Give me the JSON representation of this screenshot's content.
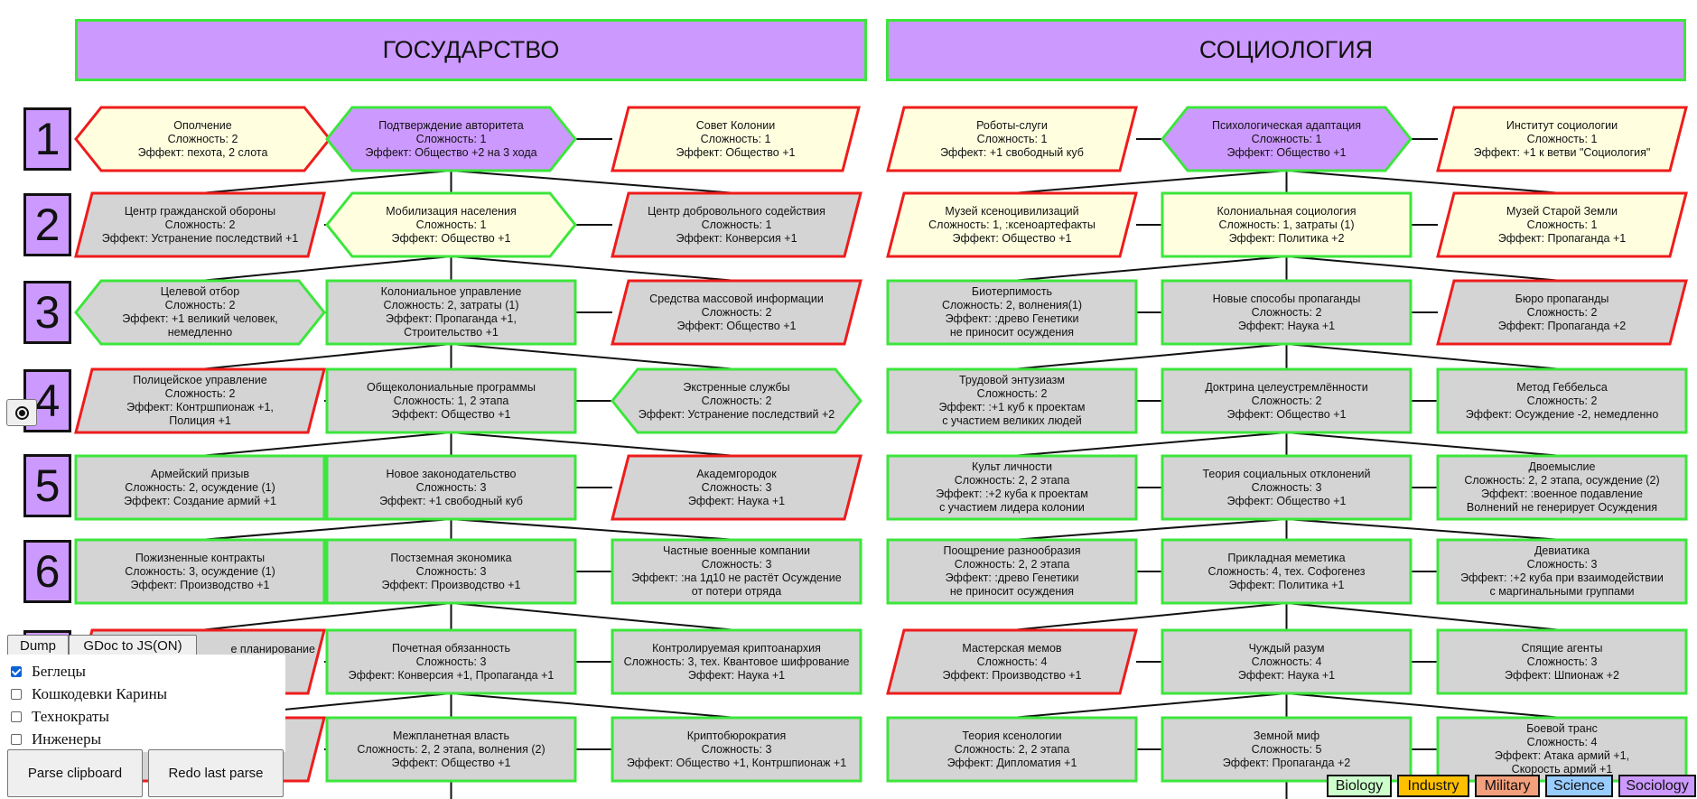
{
  "colors": {
    "header_bg": "#cc99ff",
    "tier_bg": "#cc99ff",
    "border_green": "#3ce63c",
    "border_red": "#ee1c1c",
    "fill_yellow": "#ffffe0",
    "fill_purple": "#cc99ff",
    "fill_gray": "#d4d4d4"
  },
  "branches": [
    {
      "title": "ГОСУДАРСТВО",
      "nodes": [
        {
          "shape": "hexagon",
          "fill": "yellow",
          "border": "red",
          "lines": [
            "Ополчение",
            "Сложность: 2",
            "Эффект: пехота, 2 слота"
          ]
        },
        {
          "shape": "hexagon",
          "fill": "purple",
          "border": "green",
          "lines": [
            "Подтверждение авторитета",
            "Сложность: 1",
            "Эффект: Общество +2 на 3 хода"
          ]
        },
        {
          "shape": "parallelogram",
          "fill": "yellow",
          "border": "red",
          "lines": [
            "Совет Колонии",
            "Сложность: 1",
            "Эффект: Общество +1"
          ]
        },
        {
          "shape": "parallelogram",
          "fill": "gray",
          "border": "red",
          "lines": [
            "Центр гражданской обороны",
            "Сложность: 2",
            "Эффект: Устранение последствий +1"
          ]
        },
        {
          "shape": "hexagon",
          "fill": "yellow",
          "border": "green",
          "lines": [
            "Мобилизация населения",
            "Сложность: 1",
            "Эффект: Общество +1"
          ]
        },
        {
          "shape": "parallelogram",
          "fill": "gray",
          "border": "red",
          "lines": [
            "Центр добровольного содействия",
            "Сложность: 1",
            "Эффект: Конверсия +1"
          ]
        },
        {
          "shape": "hexagon",
          "fill": "gray",
          "border": "green",
          "lines": [
            "Целевой отбор",
            "Сложность: 2",
            "Эффект: +1 великий человек,",
            "немедленно"
          ]
        },
        {
          "shape": "rect",
          "fill": "gray",
          "border": "green",
          "lines": [
            "Колониальное управление",
            "Сложность: 2, затраты (1)",
            "Эффект: Пропаганда +1,",
            "Строительство +1"
          ]
        },
        {
          "shape": "parallelogram",
          "fill": "gray",
          "border": "red",
          "lines": [
            "Средства массовой информации",
            "Сложность: 2",
            "Эффект: Общество +1"
          ]
        },
        {
          "shape": "parallelogram",
          "fill": "gray",
          "border": "red",
          "lines": [
            "Полицейское управление",
            "Сложность: 2",
            "Эффект: Контршпионаж +1,",
            "Полиция +1"
          ]
        },
        {
          "shape": "rect",
          "fill": "gray",
          "border": "green",
          "lines": [
            "Общеколониальные программы",
            "Сложность: 1, 2 этапа",
            "Эффект: Общество +1"
          ]
        },
        {
          "shape": "hexagon",
          "fill": "gray",
          "border": "green",
          "lines": [
            "Экстренные службы",
            "Сложность: 2",
            "Эффект: Устранение последствий +2"
          ]
        },
        {
          "shape": "rect",
          "fill": "gray",
          "border": "green",
          "lines": [
            "Армейский призыв",
            "Сложность: 2, осуждение (1)",
            "Эффект: Создание армий +1"
          ]
        },
        {
          "shape": "rect",
          "fill": "gray",
          "border": "green",
          "lines": [
            "Новое законодательство",
            "Сложность: 3",
            "Эффект: +1 свободный куб"
          ]
        },
        {
          "shape": "parallelogram",
          "fill": "gray",
          "border": "red",
          "lines": [
            "Академгородок",
            "Сложность: 3",
            "Эффект: Наука +1"
          ]
        },
        {
          "shape": "rect",
          "fill": "gray",
          "border": "green",
          "lines": [
            "Пожизненные контракты",
            "Сложность: 3, осуждение (1)",
            "Эффект: Производство +1"
          ]
        },
        {
          "shape": "rect",
          "fill": "gray",
          "border": "green",
          "lines": [
            "Постземная экономика",
            "Сложность: 3",
            "Эффект: Производство +1"
          ]
        },
        {
          "shape": "rect",
          "fill": "gray",
          "border": "green",
          "lines": [
            "Частные военные компании",
            "Сложность: 3",
            "Эффект: :на 1д10 не растёт Осуждение",
            "от потери отряда"
          ]
        },
        {
          "shape": "parallelogram",
          "fill": "gray",
          "border": "red",
          "lines": [
            "е планирование"
          ]
        },
        {
          "shape": "rect",
          "fill": "gray",
          "border": "green",
          "lines": [
            "Почетная обязанность",
            "Сложность: 3",
            "Эффект: Конверсия +1, Пропаганда +1"
          ]
        },
        {
          "shape": "rect",
          "fill": "gray",
          "border": "green",
          "lines": [
            "Контролируемая криптоанархия",
            "Сложность: 3, тех. Квантовое шифрование",
            "Эффект: Наука +1"
          ]
        },
        {
          "shape": "parallelogram",
          "fill": "gray",
          "border": "red",
          "lines": []
        },
        {
          "shape": "rect",
          "fill": "gray",
          "border": "green",
          "lines": [
            "Межпланетная власть",
            "Сложность: 2, 2 этапа, волнения (2)",
            "Эффект: Общество +1"
          ]
        },
        {
          "shape": "rect",
          "fill": "gray",
          "border": "green",
          "lines": [
            "Криптобюрократия",
            "Сложность: 3",
            "Эффект: Общество +1, Контршпионаж +1"
          ]
        }
      ]
    },
    {
      "title": "СОЦИОЛОГИЯ",
      "nodes": [
        {
          "shape": "parallelogram",
          "fill": "yellow",
          "border": "red",
          "lines": [
            "Роботы-слуги",
            "Сложность: 1",
            "Эффект: +1 свободный куб"
          ]
        },
        {
          "shape": "hexagon",
          "fill": "purple",
          "border": "green",
          "lines": [
            "Психологическая адаптация",
            "Сложность: 1",
            "Эффект: Общество +1"
          ]
        },
        {
          "shape": "parallelogram",
          "fill": "yellow",
          "border": "red",
          "lines": [
            "Институт социологии",
            "Сложность: 1",
            "Эффект: +1 к ветви \"Социология\""
          ]
        },
        {
          "shape": "parallelogram",
          "fill": "yellow",
          "border": "red",
          "lines": [
            "Музей ксеноцивилизаций",
            "Сложность: 1, :ксеноартефакты",
            "Эффект: Общество +1"
          ]
        },
        {
          "shape": "rect",
          "fill": "yellow",
          "border": "green",
          "lines": [
            "Колониальная социология",
            "Сложность: 1, затраты (1)",
            "Эффект: Политика +2"
          ]
        },
        {
          "shape": "parallelogram",
          "fill": "yellow",
          "border": "red",
          "lines": [
            "Музей Старой Земли",
            "Сложность: 1",
            "Эффект: Пропаганда +1"
          ]
        },
        {
          "shape": "rect",
          "fill": "gray",
          "border": "green",
          "lines": [
            "Биотерпимость",
            "Сложность: 2, волнения(1)",
            "Эффект: :древо Генетики",
            "не приносит осуждения"
          ]
        },
        {
          "shape": "rect",
          "fill": "gray",
          "border": "green",
          "lines": [
            "Новые способы пропаганды",
            "Сложность: 2",
            "Эффект: Наука +1"
          ]
        },
        {
          "shape": "parallelogram",
          "fill": "gray",
          "border": "red",
          "lines": [
            "Бюро пропаганды",
            "Сложность: 2",
            "Эффект: Пропаганда +2"
          ]
        },
        {
          "shape": "rect",
          "fill": "gray",
          "border": "green",
          "lines": [
            "Трудовой энтузиазм",
            "Сложность: 2",
            "Эффект: :+1 куб к проектам",
            "с участием великих людей"
          ]
        },
        {
          "shape": "rect",
          "fill": "gray",
          "border": "green",
          "lines": [
            "Доктрина целеустремлённости",
            "Сложность: 2",
            "Эффект: Общество +1"
          ]
        },
        {
          "shape": "rect",
          "fill": "gray",
          "border": "green",
          "lines": [
            "Метод Геббельса",
            "Сложность: 2",
            "Эффект: Осуждение -2, немедленно"
          ]
        },
        {
          "shape": "rect",
          "fill": "gray",
          "border": "green",
          "lines": [
            "Культ личности",
            "Сложность: 2, 2 этапа",
            "Эффект: :+2 куба к проектам",
            "с участием лидера колонии"
          ]
        },
        {
          "shape": "rect",
          "fill": "gray",
          "border": "green",
          "lines": [
            "Теория социальных отклонений",
            "Сложность: 3",
            "Эффект: Общество +1"
          ]
        },
        {
          "shape": "rect",
          "fill": "gray",
          "border": "green",
          "lines": [
            "Двоемыслие",
            "Сложность: 2, 2 этапа, осуждение (2)",
            "Эффект: :военное подавление",
            "Волнений не генерирует Осуждения"
          ]
        },
        {
          "shape": "rect",
          "fill": "gray",
          "border": "green",
          "lines": [
            "Поощрение разнообразия",
            "Сложность: 2, 2 этапа",
            "Эффект: :древо Генетики",
            "не приносит осуждения"
          ]
        },
        {
          "shape": "rect",
          "fill": "gray",
          "border": "green",
          "lines": [
            "Прикладная меметика",
            "Сложность: 4, тех. Софогенез",
            "Эффект: Политика +1"
          ]
        },
        {
          "shape": "rect",
          "fill": "gray",
          "border": "green",
          "lines": [
            "Девиатика",
            "Сложность: 3",
            "Эффект: :+2 куба при взаимодействии",
            "с маргинальными группами"
          ]
        },
        {
          "shape": "parallelogram",
          "fill": "gray",
          "border": "red",
          "lines": [
            "Мастерская мемов",
            "Сложность: 4",
            "Эффект: Производство +1"
          ]
        },
        {
          "shape": "rect",
          "fill": "gray",
          "border": "green",
          "lines": [
            "Чуждый разум",
            "Сложность: 4",
            "Эффект: Наука +1"
          ]
        },
        {
          "shape": "rect",
          "fill": "gray",
          "border": "green",
          "lines": [
            "Спящие агенты",
            "Сложность: 3",
            "Эффект: Шпионаж +2"
          ]
        },
        {
          "shape": "rect",
          "fill": "gray",
          "border": "green",
          "lines": [
            "Теория ксенологии",
            "Сложность: 2, 2 этапа",
            "Эффект: Дипломатия +1"
          ]
        },
        {
          "shape": "rect",
          "fill": "gray",
          "border": "green",
          "lines": [
            "Земной миф",
            "Сложность: 5",
            "Эффект: Пропаганда +2"
          ]
        },
        {
          "shape": "rect",
          "fill": "gray",
          "border": "green",
          "lines": [
            "Боевой транс",
            "Сложность: 4",
            "Эффект: Атака армий +1,",
            "Скорость армий +1"
          ]
        }
      ]
    }
  ],
  "tiers": [
    "1",
    "2",
    "3",
    "4",
    "5",
    "6",
    "7"
  ],
  "controls": {
    "dump_label": "Dump",
    "gdoc_label": "GDoc to JS(ON)",
    "parse_label": "Parse clipboard",
    "redo_label": "Redo last parse",
    "checkboxes": [
      {
        "label": "Беглецы",
        "checked": true
      },
      {
        "label": "Кошкодевки Карины",
        "checked": false
      },
      {
        "label": "Технократы",
        "checked": false
      },
      {
        "label": "Инженеры",
        "checked": false
      }
    ]
  },
  "legend": [
    {
      "label": "Biology",
      "color": "#ccffcc"
    },
    {
      "label": "Industry",
      "color": "#ffc000"
    },
    {
      "label": "Military",
      "color": "#f4a07c"
    },
    {
      "label": "Science",
      "color": "#99ccff"
    },
    {
      "label": "Sociology",
      "color": "#cc99ff"
    }
  ]
}
